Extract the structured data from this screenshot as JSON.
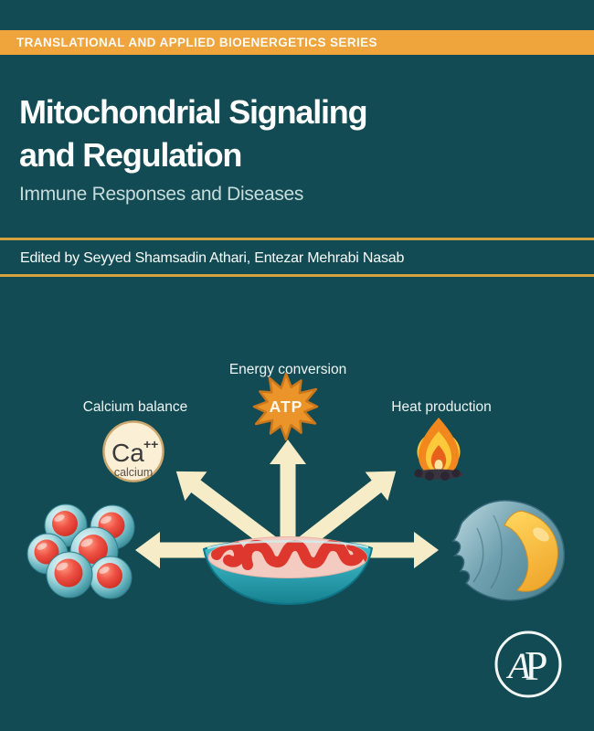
{
  "cover": {
    "series_banner": {
      "label": "TRANSLATIONAL AND APPLIED BIOENERGETICS SERIES"
    },
    "title": {
      "line1": "Mitochondrial Signaling",
      "line2": "and Regulation"
    },
    "subtitle": "Immune Responses and Diseases",
    "editor_credit": "Edited by Seyyed Shamsadin Athari, Entezar Mehrabi Nasab"
  },
  "diagram": {
    "labels": {
      "calcium_balance": "Calcium balance",
      "energy_conversion": "Energy conversion",
      "heat_production": "Heat production"
    },
    "calcium_badge": {
      "symbol": "Ca",
      "charge": "++",
      "caption": "calcium"
    },
    "atp_label": "ATP",
    "icons": [
      "cell-cluster-icon",
      "calcium-badge-icon",
      "atp-star-icon",
      "fire-icon",
      "mitochondrion-icon",
      "lipid-cell-icon",
      "radiating-arrows-icon"
    ]
  },
  "publisher_logo": {
    "letter_a": "A",
    "letter_p": "P"
  },
  "colors": {
    "background": "#124B53",
    "banner_orange": "#F0A43C",
    "gold_rule": "#D5A43F",
    "title_white": "#FFFFFF",
    "subtitle_pale": "#C7DDDC",
    "arrow_cream": "#F6EDC8",
    "mito_teal": "#2FB3C4",
    "mito_inner_pink": "#F4CBC0",
    "cristae_red": "#DE372D",
    "cell_teal": "#57A9B5",
    "nucleus_red": "#EF5345",
    "atp_orange": "#EA9429",
    "calcium_cream": "#FBF0D6",
    "flame_orange": "#F2871D",
    "lipid_yellow": "#F5B73D",
    "logo_white": "#F2F7F5"
  }
}
